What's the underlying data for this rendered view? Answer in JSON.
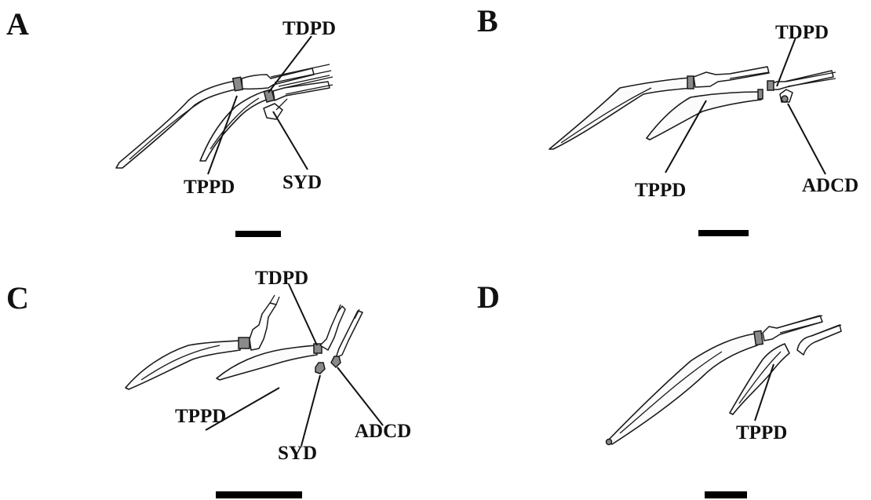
{
  "panels": [
    {
      "letter": "A",
      "labels": {
        "tdpd": "TDPD",
        "tppd": "TPPD",
        "syd": "SYD"
      }
    },
    {
      "letter": "B",
      "labels": {
        "tdpd": "TDPD",
        "tppd": "TPPD",
        "adcd": "ADCD"
      }
    },
    {
      "letter": "C",
      "labels": {
        "tdpd": "TDPD",
        "tppd": "TPPD",
        "syd": "SYD",
        "adcd": "ADCD"
      }
    },
    {
      "letter": "D",
      "labels": {
        "tppd": "TPPD"
      }
    }
  ]
}
